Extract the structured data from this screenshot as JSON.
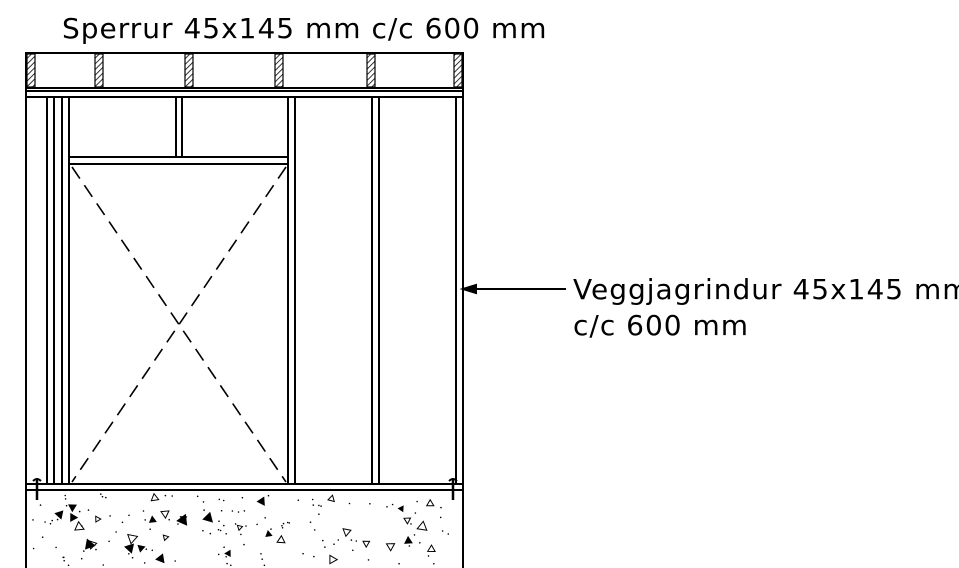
{
  "title_label": "Sperrur 45x145 mm c/c 600 mm",
  "stud_label": {
    "line1": "Veggjagrindur 45x145 mm",
    "line2": "c/c 600 mm"
  },
  "colors": {
    "stroke": "#000000",
    "background": "#ffffff"
  }
}
